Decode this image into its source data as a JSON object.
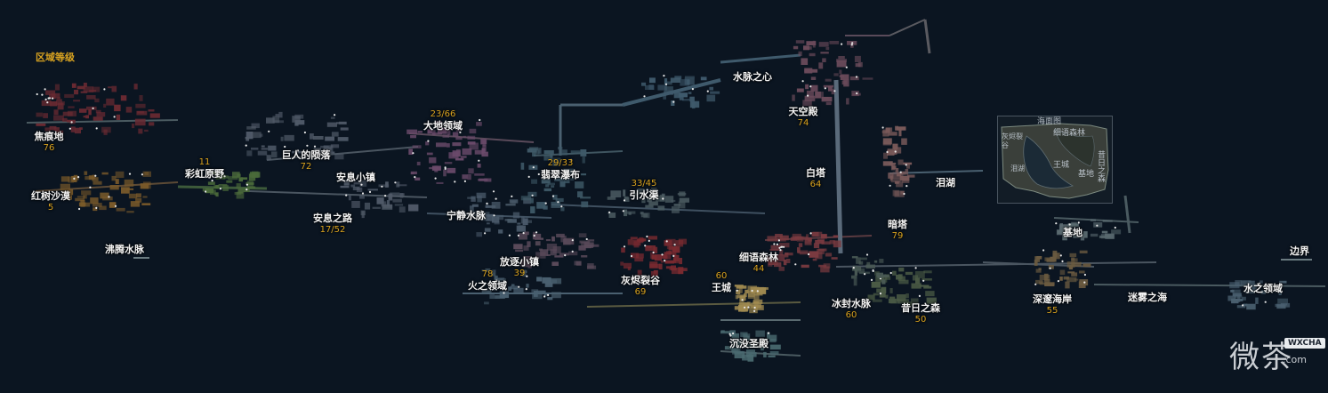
{
  "legend": "区域等级",
  "colors": {
    "background": "#0b1521",
    "level_text": "#d9a320",
    "name_text": "#f2f2f2"
  },
  "regions": [
    {
      "id": "jiaohen",
      "name": "焦痕地",
      "level": "76"
    },
    {
      "id": "hongshu",
      "name": "红树沙漠",
      "level": "5"
    },
    {
      "id": "caihong",
      "name": "彩虹原野",
      "level": "11"
    },
    {
      "id": "feiteng",
      "name": "沸腾水脉",
      "level": ""
    },
    {
      "id": "juren",
      "name": "巨人的陨落",
      "level": "72"
    },
    {
      "id": "anxi-town",
      "name": "安息小镇",
      "level": ""
    },
    {
      "id": "anxi-road",
      "name": "安息之路",
      "level": "17/52"
    },
    {
      "id": "dadi",
      "name": "大地领域",
      "level": "23/66"
    },
    {
      "id": "ningjing",
      "name": "宁静水脉",
      "level": ""
    },
    {
      "id": "feicui",
      "name": "翡翠瀑布",
      "level": "29/33"
    },
    {
      "id": "yinshui",
      "name": "引水渠",
      "level": "33/45"
    },
    {
      "id": "fangzhu",
      "name": "放逐小镇",
      "level": "39"
    },
    {
      "id": "huozhi",
      "name": "火之领域",
      "level": "78"
    },
    {
      "id": "huijin",
      "name": "灰烬裂谷",
      "level": "69"
    },
    {
      "id": "wangcheng",
      "name": "王城",
      "level": "60"
    },
    {
      "id": "chenmo",
      "name": "沉没圣殿",
      "level": ""
    },
    {
      "id": "shuimai",
      "name": "水脉之心",
      "level": ""
    },
    {
      "id": "tiankong",
      "name": "天空殿",
      "level": "74"
    },
    {
      "id": "baita",
      "name": "白塔",
      "level": "64"
    },
    {
      "id": "xiyu",
      "name": "细语森林",
      "level": "44"
    },
    {
      "id": "bingfeng",
      "name": "冰封水脉",
      "level": "60"
    },
    {
      "id": "anta",
      "name": "暗塔",
      "level": "79"
    },
    {
      "id": "leihu",
      "name": "泪湖",
      "level": ""
    },
    {
      "id": "xiri",
      "name": "昔日之森",
      "level": "50"
    },
    {
      "id": "jidi",
      "name": "基地",
      "level": ""
    },
    {
      "id": "shensui",
      "name": "深邃海岸",
      "level": "55"
    },
    {
      "id": "miwu",
      "name": "迷雾之海",
      "level": ""
    },
    {
      "id": "shuizhi",
      "name": "水之领域",
      "level": ""
    },
    {
      "id": "bianjie",
      "name": "边界",
      "level": ""
    }
  ],
  "inset": {
    "title": "海面图",
    "labels": {
      "huojie": "灰烬裂谷",
      "xiyu": "细语森林",
      "xiri": "昔日之森",
      "leihu": "泪湖",
      "wangcheng": "王城",
      "jidi": "基地"
    }
  },
  "watermark": {
    "glyphs": "微茶",
    "badge": "WXCHA",
    "domain": ".com"
  }
}
